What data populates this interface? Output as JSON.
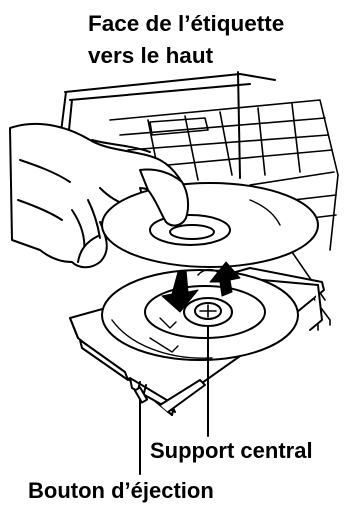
{
  "labels": {
    "label_side_line1": "Face de l’étiquette",
    "label_side_line2": "vers le haut",
    "center_holder": "Support central",
    "eject_button": "Bouton d’éjection"
  }
}
